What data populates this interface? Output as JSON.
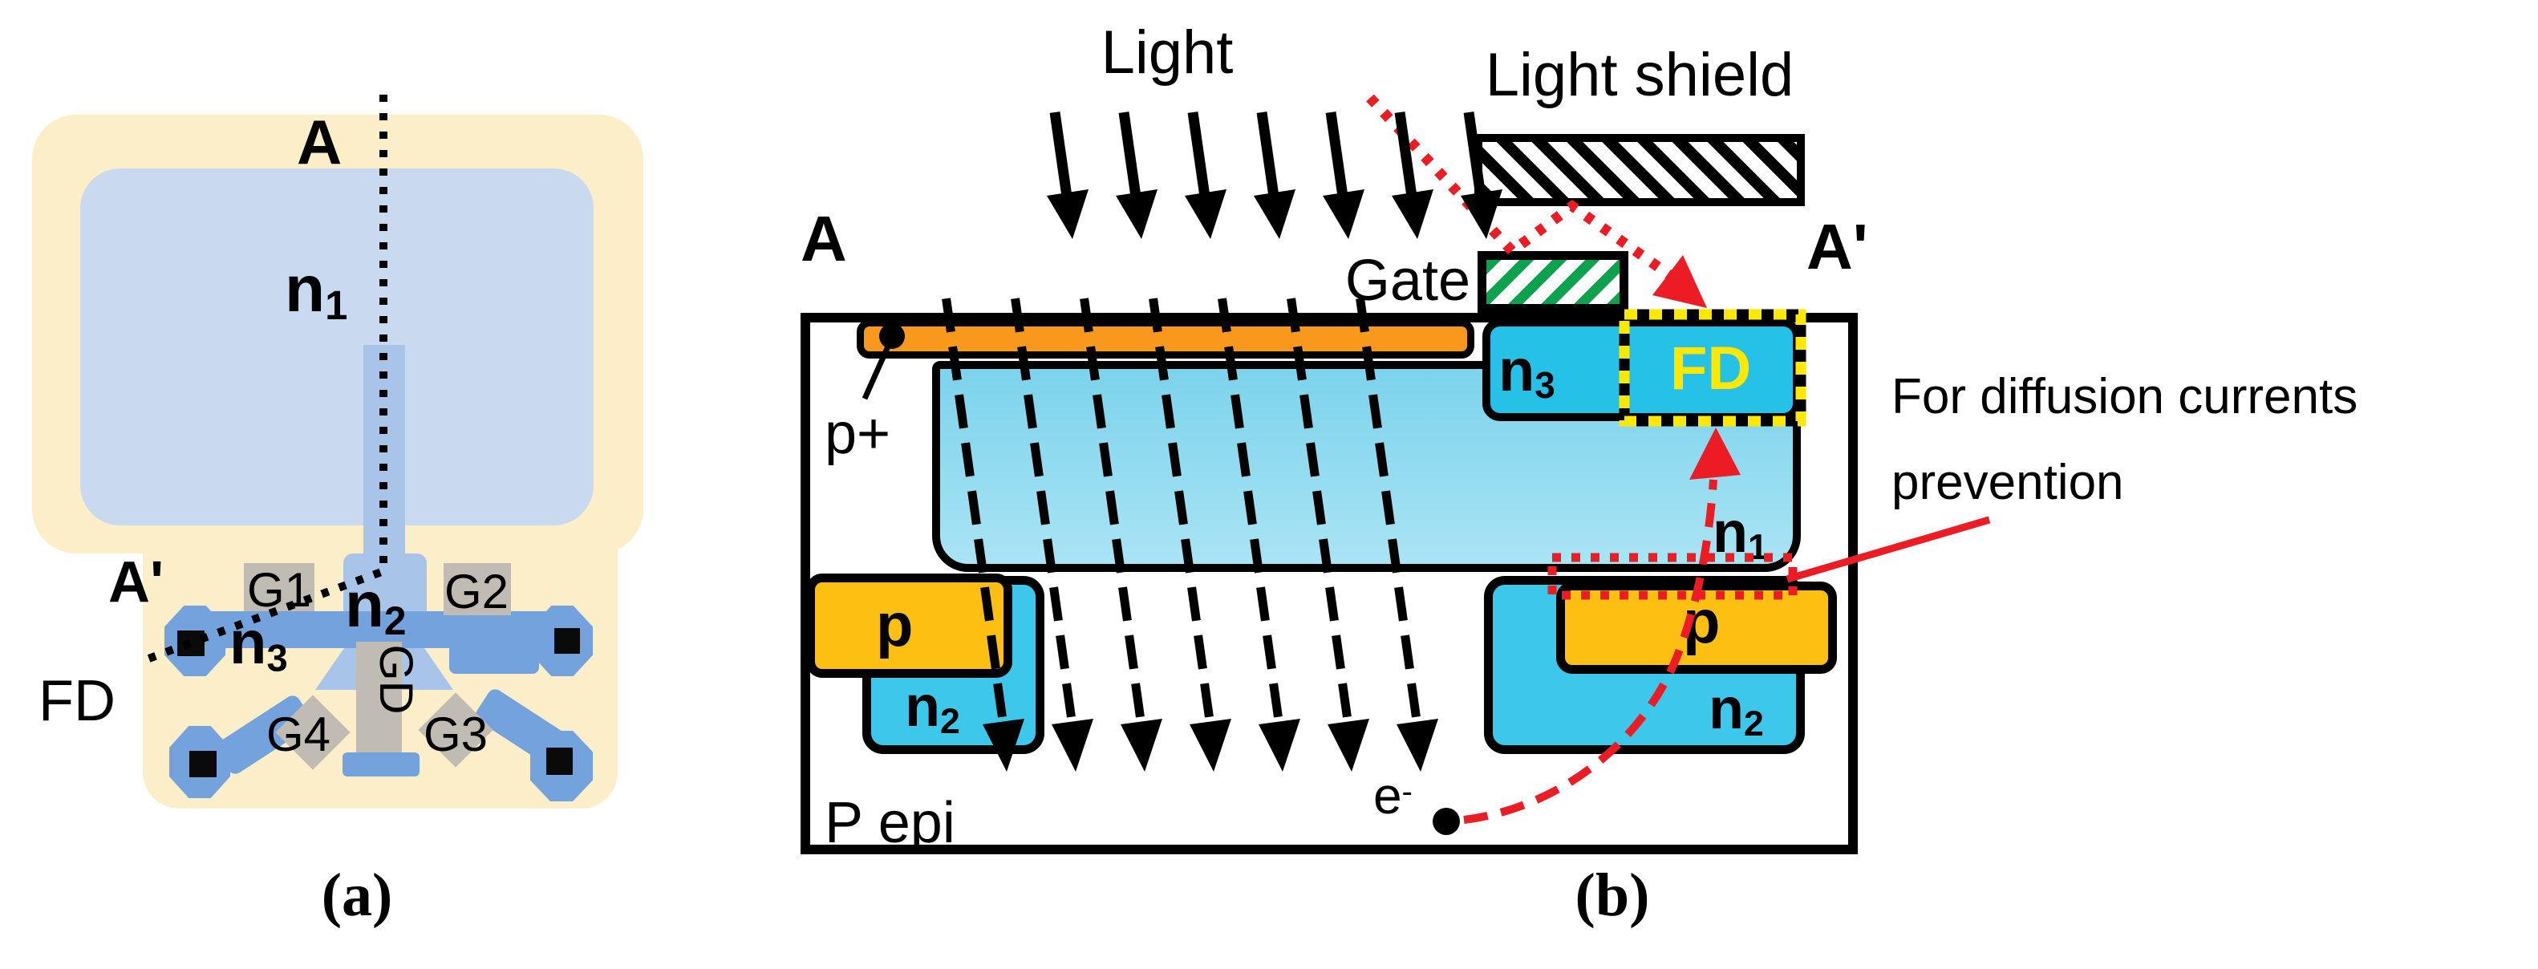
{
  "panel_a": {
    "caption": "(a)",
    "labels": {
      "a_marker": "A",
      "a_prime_marker": "A'",
      "n1": {
        "base": "n",
        "sub": "1"
      },
      "n2": {
        "base": "n",
        "sub": "2"
      },
      "n3": {
        "base": "n",
        "sub": "3"
      },
      "fd": "FD",
      "g1": "G1",
      "g2": "G2",
      "g3": "G3",
      "g4": "G4",
      "gd": "GD"
    }
  },
  "panel_b": {
    "caption": "(b)",
    "light_label": "Light",
    "light_shield_label": "Light shield",
    "gate_label": "Gate",
    "a_marker": "A",
    "a_prime_marker": "A'",
    "p_plus_label": "p+",
    "n3": {
      "base": "n",
      "sub": "3"
    },
    "fd_label": "FD",
    "n1": {
      "base": "n",
      "sub": "1"
    },
    "p_left_label": "p",
    "n2_left": {
      "base": "n",
      "sub": "2"
    },
    "p_right_label": "p",
    "n2_right": {
      "base": "n",
      "sub": "2"
    },
    "p_epi_label": "P epi",
    "electron": {
      "base": "e",
      "sup": "-"
    },
    "annotation": {
      "line1": "For diffusion currents",
      "line2": "prevention"
    }
  },
  "colors": {
    "panel_a_background": "#FBEEC8",
    "panel_a_n1": "#C9DAF0",
    "panel_a_channel": "#A8C4E8",
    "panel_a_structures": "#74A2DC",
    "gate_gray": "#C0BCB4",
    "b_n1": "#8CD8EF",
    "b_n2": "#3CC7EB",
    "b_n3_fd": "#25C1E7",
    "p_plus_orange": "#F8991D",
    "p_well_orange": "#FCBF12",
    "highlight_red": "#EC1C24",
    "fd_border_yellow": "#FFE800",
    "gate_hatch_green": "#0CA24D"
  }
}
